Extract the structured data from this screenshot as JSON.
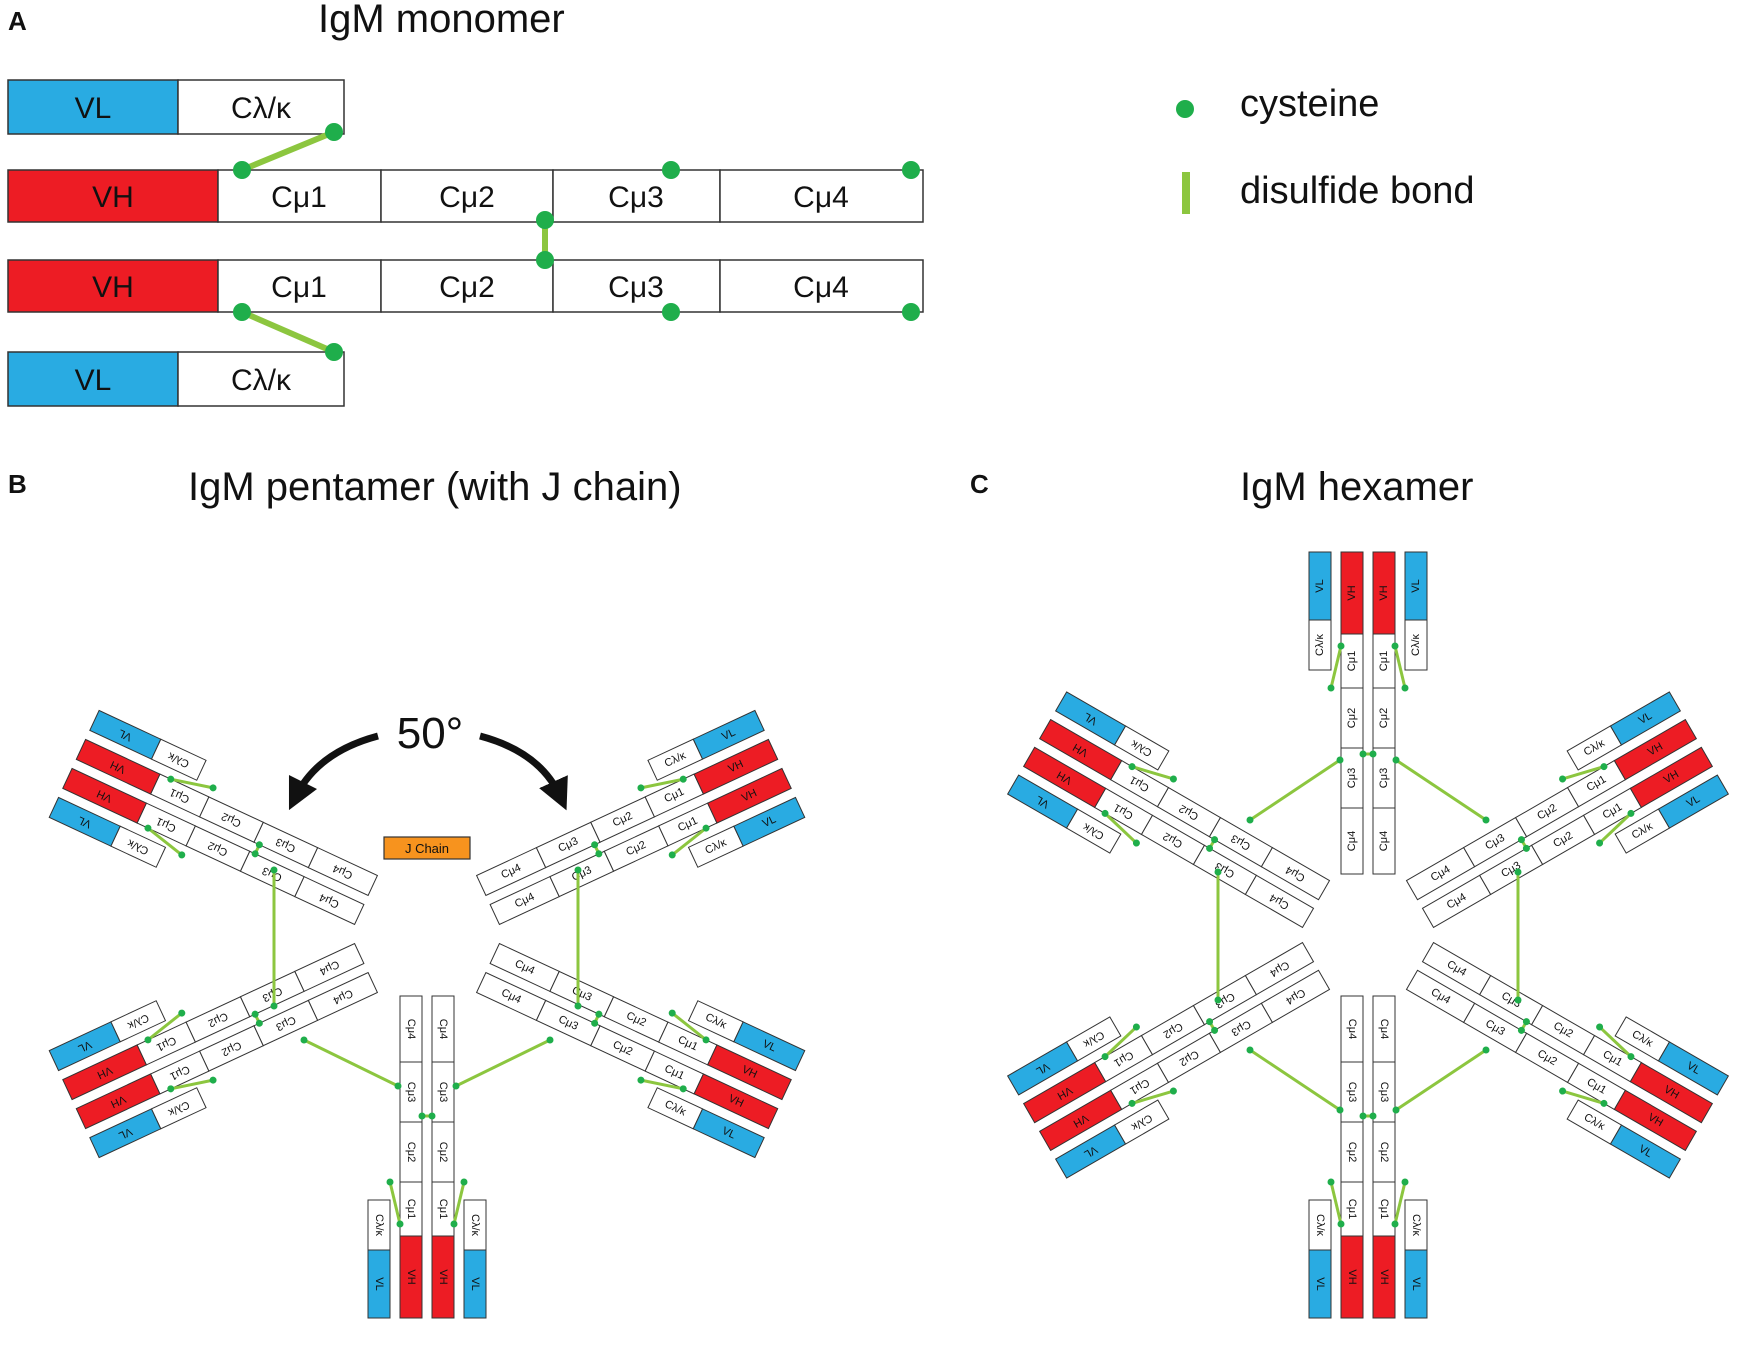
{
  "panels": {
    "a": {
      "letter": "A",
      "title": "IgM monomer"
    },
    "b": {
      "letter": "B",
      "title": "IgM pentamer (with J chain)"
    },
    "c": {
      "letter": "C",
      "title": "IgM hexamer"
    }
  },
  "legend": {
    "cysteine": "cysteine",
    "disulfide": "disulfide bond"
  },
  "domains": {
    "vl": "VL",
    "vh": "VH",
    "cl": "Cλ/κ",
    "cm1": "Cμ1",
    "cm2": "Cμ2",
    "cm3": "Cμ3",
    "cm4": "Cμ4"
  },
  "j_chain": "J Chain",
  "angle": "50°",
  "colors": {
    "vl": "#29abe2",
    "vh": "#ed1c24",
    "constant": "#ffffff",
    "outline": "#333333",
    "cysteine": "#1fae4b",
    "disulfide": "#8cc63f",
    "j_chain": "#f7931e",
    "arrow": "#111111"
  }
}
